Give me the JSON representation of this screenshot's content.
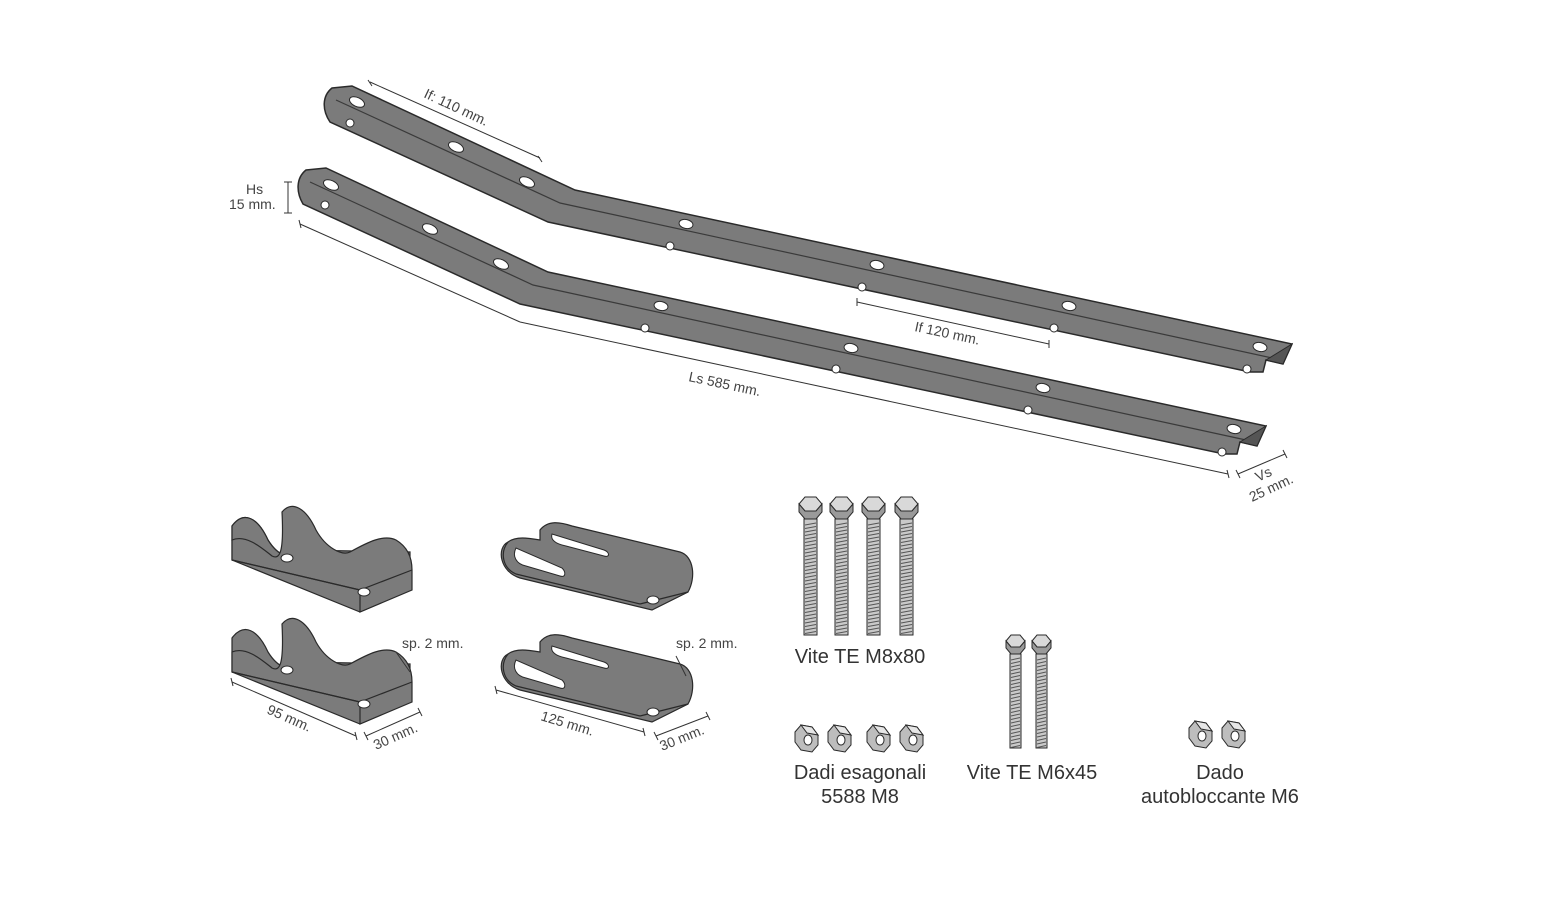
{
  "rails": {
    "label_if_top": "If: 110 mm.",
    "label_hs_1": "Hs",
    "label_hs_2": "15 mm.",
    "label_if_mid": "If 120 mm.",
    "label_ls": "Ls 585 mm.",
    "label_vs_1": "Vs",
    "label_vs_2": "25 mm."
  },
  "saddles": {
    "thickness": "sp. 2 mm.",
    "length": "95 mm.",
    "width": "30 mm."
  },
  "clamps": {
    "thickness": "sp. 2 mm.",
    "length": "125 mm.",
    "width": "30 mm."
  },
  "hardware": {
    "screw_m8": "Vite TE M8x80",
    "nuts_m8_line1": "Dadi esagonali",
    "nuts_m8_line2": "5588 M8",
    "screw_m6": "Vite TE M6x45",
    "nut_m6_line1": "Dado",
    "nut_m6_line2": "autobloccante M6"
  },
  "colors": {
    "metal": "#7b7b7b",
    "metal_dark": "#555555",
    "outline": "#2a2a2a",
    "bolt": "#c9c9c9"
  }
}
